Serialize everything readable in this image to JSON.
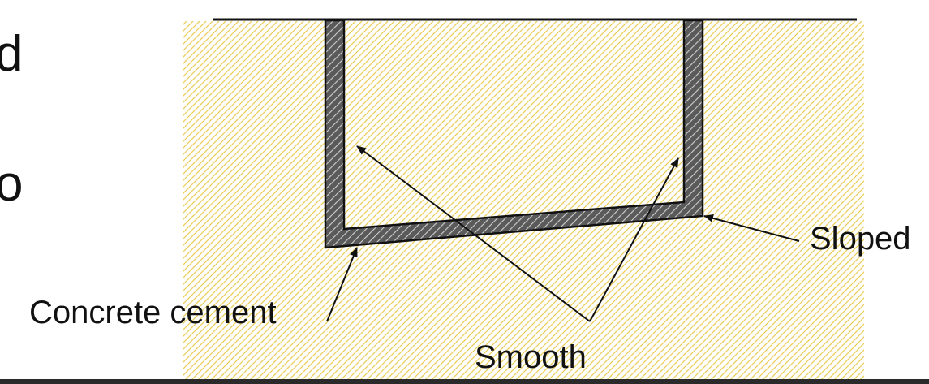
{
  "slide": {
    "left_fragments": [
      "d",
      "o"
    ]
  },
  "diagram": {
    "labels": {
      "sloped": "Sloped",
      "concrete": "Concrete cement",
      "smooth": "Smooth"
    },
    "colors": {
      "soil_stripe": "#e8c84a",
      "wall_fill": "#5a5a5a",
      "line": "#111111"
    }
  }
}
